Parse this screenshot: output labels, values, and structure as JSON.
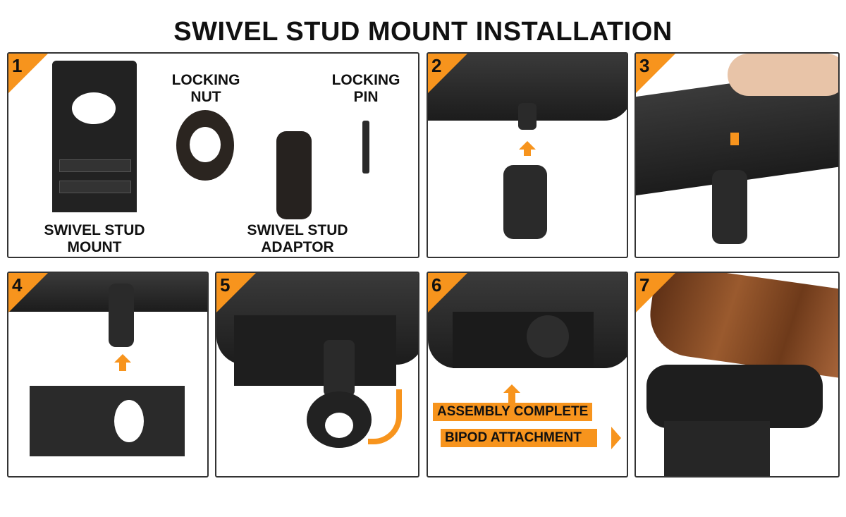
{
  "title": "SWIVEL STUD MOUNT INSTALLATION",
  "steps": [
    {
      "number": "1",
      "labels": {
        "mount": "SWIVEL STUD MOUNT",
        "nut": "LOCKING NUT",
        "pin": "LOCKING PIN",
        "adaptor": "SWIVEL STUD ADAPTOR"
      }
    },
    {
      "number": "2"
    },
    {
      "number": "3"
    },
    {
      "number": "4"
    },
    {
      "number": "5"
    },
    {
      "number": "6",
      "labels": {
        "complete": "ASSEMBLY COMPLETE",
        "bipod": "BIPOD ATTACHMENT"
      }
    },
    {
      "number": "7"
    }
  ],
  "colors": {
    "accent": "#f7941d",
    "border": "#333333"
  }
}
